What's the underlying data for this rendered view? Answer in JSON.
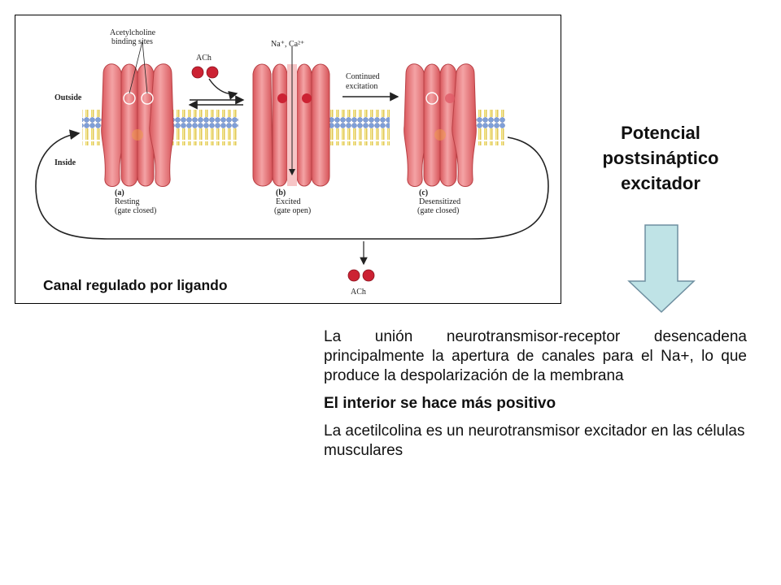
{
  "figure": {
    "labels": {
      "binding_sites": [
        "Acetylcholine",
        "binding sites"
      ],
      "ach_top": "ACh",
      "ions": "Na⁺, Ca²⁺",
      "continued": [
        "Continued",
        "excitation"
      ],
      "outside": "Outside",
      "inside": "Inside",
      "ach_bottom": "ACh"
    },
    "states": [
      {
        "letter": "(a)",
        "name": "Resting",
        "gate": "(gate closed)"
      },
      {
        "letter": "(b)",
        "name": "Excited",
        "gate": "(gate open)"
      },
      {
        "letter": "(c)",
        "name": "Desensitized",
        "gate": "(gate closed)"
      }
    ],
    "caption": "Canal regulado por ligando"
  },
  "side": {
    "title_lines": [
      "Potencial",
      "postsináptico",
      "excitador"
    ]
  },
  "text": {
    "paragraph1": "La unión neurotransmisor-receptor desencadena principalmente la apertura de canales para el Na+, lo que produce la despolarización de la membrana",
    "paragraph2": "El interior se hace más positivo",
    "paragraph3": "La acetilcolina es un neurotransmisor excitador en las células musculares"
  },
  "colors": {
    "channel": "#e8767a",
    "channel_light": "#f6b3b3",
    "lipid_head": "#7f9fd8",
    "lipid_tail": "#e8cf3a",
    "arrow_fill": "#bfe3e6",
    "ach": "#cc2233"
  }
}
